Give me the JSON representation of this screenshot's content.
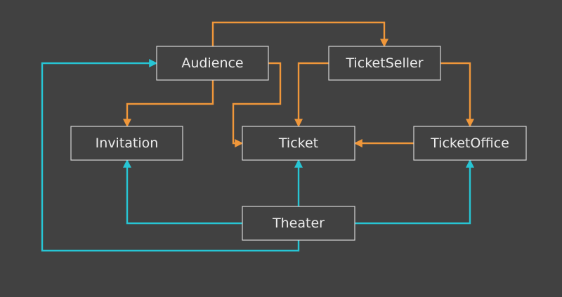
{
  "colors": {
    "background": "#414141",
    "node_border": "#d6d6d6",
    "node_text": "#ececec",
    "orange_edge": "#f0973a",
    "cyan_edge": "#27c5d4"
  },
  "nodes": {
    "audience": "Audience",
    "ticket_seller": "TicketSeller",
    "invitation": "Invitation",
    "ticket": "Ticket",
    "ticket_office": "TicketOffice",
    "theater": "Theater"
  }
}
